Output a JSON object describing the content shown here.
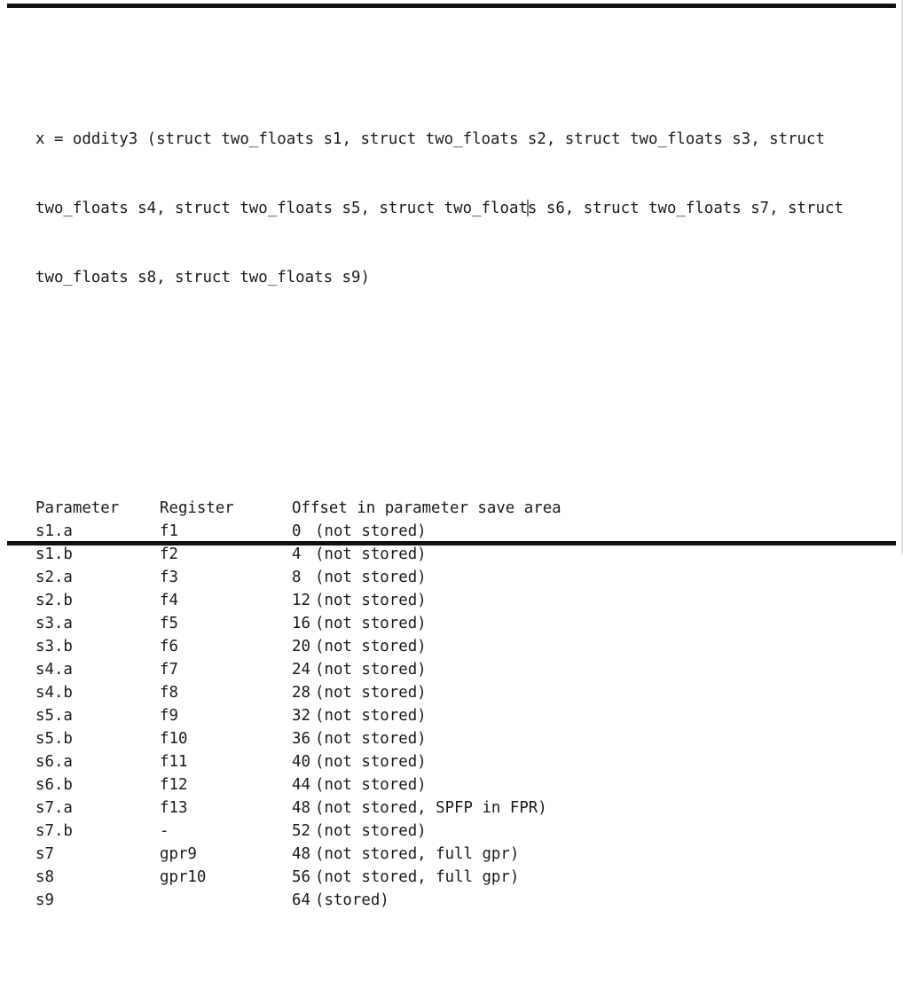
{
  "figure": {
    "signature_lines": [
      "x = oddity3 (struct two_floats s1, struct two_floats s2, struct two_floats s3, struct",
      "two_floats s4, struct two_floats s5, struct two_float",
      "s s6, struct two_floats s7, struct",
      "two_floats s8, struct two_floats s9)"
    ],
    "caret_visible": true,
    "columns": {
      "parameter": "Parameter",
      "register": "Register",
      "offset": "Offset in parameter save area"
    },
    "rows": [
      {
        "parameter": "s1.a",
        "register": "f1",
        "offset": "0",
        "note": "(not stored)"
      },
      {
        "parameter": "s1.b",
        "register": "f2",
        "offset": "4",
        "note": "(not stored)"
      },
      {
        "parameter": "s2.a",
        "register": "f3",
        "offset": "8",
        "note": "(not stored)"
      },
      {
        "parameter": "s2.b",
        "register": "f4",
        "offset": "12",
        "note": "(not stored)"
      },
      {
        "parameter": "s3.a",
        "register": "f5",
        "offset": "16",
        "note": "(not stored)"
      },
      {
        "parameter": "s3.b",
        "register": "f6",
        "offset": "20",
        "note": "(not stored)"
      },
      {
        "parameter": "s4.a",
        "register": "f7",
        "offset": "24",
        "note": "(not stored)"
      },
      {
        "parameter": "s4.b",
        "register": "f8",
        "offset": "28",
        "note": "(not stored)"
      },
      {
        "parameter": "s5.a",
        "register": "f9",
        "offset": "32",
        "note": "(not stored)"
      },
      {
        "parameter": "s5.b",
        "register": "f10",
        "offset": "36",
        "note": "(not stored)"
      },
      {
        "parameter": "s6.a",
        "register": "f11",
        "offset": "40",
        "note": "(not stored)"
      },
      {
        "parameter": "s6.b",
        "register": "f12",
        "offset": "44",
        "note": "(not stored)"
      },
      {
        "parameter": "s7.a",
        "register": "f13",
        "offset": "48",
        "note": "(not stored, SPFP in FPR)"
      },
      {
        "parameter": "s7.b",
        "register": "-",
        "offset": "52",
        "note": "(not stored)"
      },
      {
        "parameter": "s7",
        "register": "gpr9",
        "offset": "48",
        "note": "(not stored, full gpr)"
      },
      {
        "parameter": "s8",
        "register": "gpr10",
        "offset": "56",
        "note": "(not stored, full gpr)"
      },
      {
        "parameter": "s9",
        "register": "",
        "offset": "64",
        "note": "(stored)"
      }
    ]
  },
  "colors": {
    "background": "#ffffff",
    "text": "#1a1a1a",
    "rule": "#111111",
    "caret": "#7a7a7a",
    "page_edge": "#d9d9d9"
  }
}
